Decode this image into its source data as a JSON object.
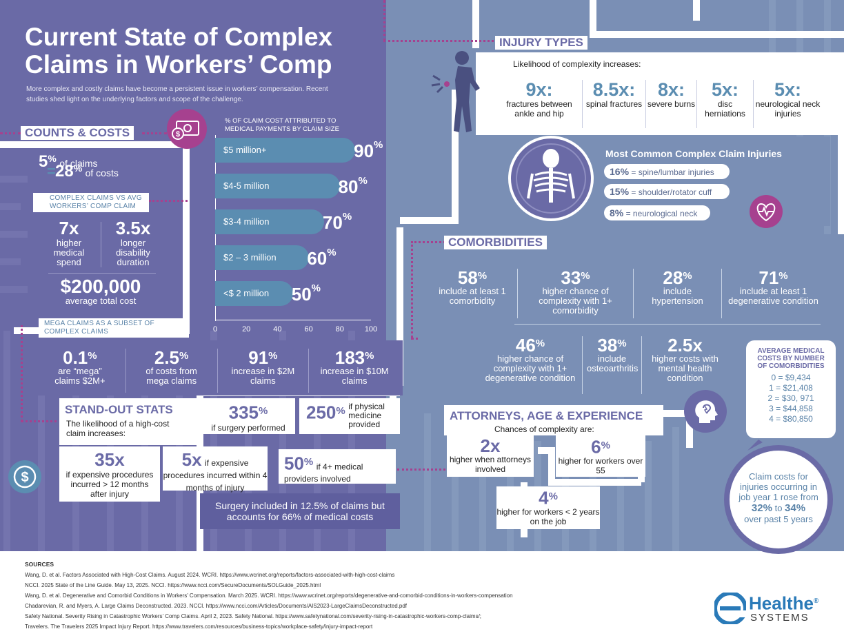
{
  "header": {
    "title": "Current State of Complex Claims in Workers’ Comp",
    "subtitle": "More complex and costly claims have become a persistent issue in workers’ compensation. Recent studies shed light on the underlying factors and scope of the challenge."
  },
  "counts_costs": {
    "title": "COUNTS & COSTS",
    "pct_claims_num": "5",
    "pct_claims_text": "of claims",
    "pct_costs_num": "28",
    "pct_costs_text": "of costs",
    "equals": "=",
    "pct_sym": "%",
    "vs_heading": "COMPLEX CLAIMS VS AVG WORKERS’ COMP CLAIM",
    "stat1_num": "7x",
    "stat1_label": "higher medical spend",
    "stat2_num": "3.5x",
    "stat2_label": "longer disability duration",
    "total_num": "$200,000",
    "total_label": "average total cost"
  },
  "chart_title": "% OF CLAIM COST ATTRIBUTED TO MEDICAL PAYMENTS BY CLAIM SIZE",
  "chart_data": {
    "type": "bar",
    "orientation": "horizontal",
    "title": "% OF CLAIM COST ATTRIBUTED TO MEDICAL PAYMENTS BY CLAIM SIZE",
    "categories": [
      "$5 million+",
      "$4-5 million",
      "$3-4 million",
      "$2 – 3 million",
      "<$ 2 million"
    ],
    "values": [
      90,
      80,
      70,
      60,
      50
    ],
    "value_suffix": "%",
    "xlim": [
      0,
      100
    ],
    "xticks": [
      "0",
      "20",
      "40",
      "60",
      "80",
      "100"
    ],
    "bar_color": "#5b8db1"
  },
  "mega": {
    "heading": "MEGA CLAIMS AS A SUBSET OF COMPLEX CLAIMS",
    "items": [
      {
        "num": "0.1",
        "sup": "%",
        "label": "are “mega” claims  $2M+"
      },
      {
        "num": "2.5",
        "sup": "%",
        "label": "of costs from mega claims"
      },
      {
        "num": "91",
        "sup": "%",
        "label": "increase in $2M claims"
      },
      {
        "num": "183",
        "sup": "%",
        "label": "increase in $10M claims"
      }
    ]
  },
  "standout": {
    "title": "STAND-OUT STATS",
    "intro": "The likelihood of a high-cost claim increases:",
    "s335_num": "335",
    "s335_label": "if surgery performed",
    "s250_num": "250",
    "s250_label": "if physical medicine provided",
    "s35_num": "35x",
    "s35_label": "if expensive procedures incurred > 12 months after injury",
    "s5_num": "5x",
    "s5_label": "if expensive procedures incurred within 4 months of injury",
    "s50_num": "50",
    "s50_label": "if 4+ medical providers involved",
    "pct": "%",
    "surgery_note": "Surgery included in 12.5% of claims but accounts for 66% of medical costs"
  },
  "injury_types": {
    "title": "INJURY TYPES",
    "intro": "Likelihood of complexity increases:",
    "items": [
      {
        "num": "9x:",
        "label": "fractures between ankle and hip"
      },
      {
        "num": "8.5x:",
        "label": "spinal fractures"
      },
      {
        "num": "8x:",
        "label": "severe burns"
      },
      {
        "num": "5x:",
        "label": "disc herniations"
      },
      {
        "num": "5x:",
        "label": "neurological neck injuries"
      }
    ],
    "common_title": "Most Common Complex Claim Injuries",
    "common": [
      {
        "pct": "16%",
        "label": "= spine/lumbar injuries"
      },
      {
        "pct": "15%",
        "label": "= shoulder/rotator cuff"
      },
      {
        "pct": "8%",
        "label": "= neurological neck"
      }
    ]
  },
  "comorbidities": {
    "title": "COMORBIDITIES",
    "row1": [
      {
        "num": "58",
        "sup": "%",
        "label": "include at least 1 comorbidity"
      },
      {
        "num": "33",
        "sup": "%",
        "label": "higher chance of complexity with 1+ comorbidity"
      },
      {
        "num": "28",
        "sup": "%",
        "label": "include hypertension"
      },
      {
        "num": "71",
        "sup": "%",
        "label": "include at least 1 degenerative condition"
      }
    ],
    "row2": [
      {
        "num": "46",
        "sup": "%",
        "label": "higher chance of complexity with 1+ degenerative condition"
      },
      {
        "num": "38",
        "sup": "%",
        "label": "include osteoarthritis"
      },
      {
        "num": "2.5x",
        "sup": "",
        "label": "higher costs with mental health condition"
      }
    ],
    "avg_title": "AVERAGE MEDICAL COSTS BY NUMBER OF COMORBIDITIES",
    "avg_list": [
      "0 = $9,434",
      "1 = $21,408",
      "2 = $30, 971",
      "3 = $44,858",
      "4 = $80,850"
    ]
  },
  "attorneys": {
    "title": "ATTORNEYS, AGE & EXPERIENCE",
    "intro": "Chances of complexity are:",
    "a1_num": "2x",
    "a1_label": "higher when attorneys involved",
    "a2_num": "6",
    "a2_label": "higher for workers over 55",
    "a3_num": "4",
    "a3_label": "higher for workers < 2 years on the job",
    "pct": "%"
  },
  "circle_note": {
    "text_pre": "Claim costs for injuries occurring in job year 1 rose from",
    "from": "32%",
    "to_word": "to",
    "to": "34%",
    "text_post": "over past 5 years"
  },
  "sources": {
    "heading": "SOURCES",
    "lines": [
      "Wang, D. et al.  Factors Associated with High-Cost Claims. August 2024. WCRI. https://www.wcrinet.org/reports/factors-associated-with-high-cost-claims",
      "NCCI. 2025 State of the Line Guide. May 13, 2025. NCCI. https://www.ncci.com/SecureDocuments/SOLGuide_2025.html",
      " Wang, D. et al. Degenerative and Comorbid Conditions in Workers’ Compensation. March 2025. WCRI. https://www.wcrinet.org/reports/degenerative-and-comorbid-conditions-in-workers-compensation",
      "Chadarevian, R. and Myers, A. Large Claims Deconstructed. 2023. NCCI. https://www.ncci.com/Articles/Documents/AIS2023-LargeClaimsDeconstructed.pdf",
      "Safety National. Severity Rising in Catastrophic Workers’ Comp Claims. April 2, 2023. Safety National. https://www.safetynational.com/severity-rising-in-catastrophic-workers-comp-claims/;",
      "Travelers. The Travelers 2025 Impact Injury Report. https://www.travelers.com/resources/business-topics/workplace-safety/injury-impact-report"
    ]
  },
  "logo": {
    "name": "Healthe",
    "reg": "®",
    "sub": "SYSTEMS"
  },
  "colors": {
    "purple": "#6a6aa6",
    "blue": "#7a8fb5",
    "bar": "#5b8db1",
    "accent": "#a6418f",
    "logo_blue": "#2a7ab8"
  }
}
